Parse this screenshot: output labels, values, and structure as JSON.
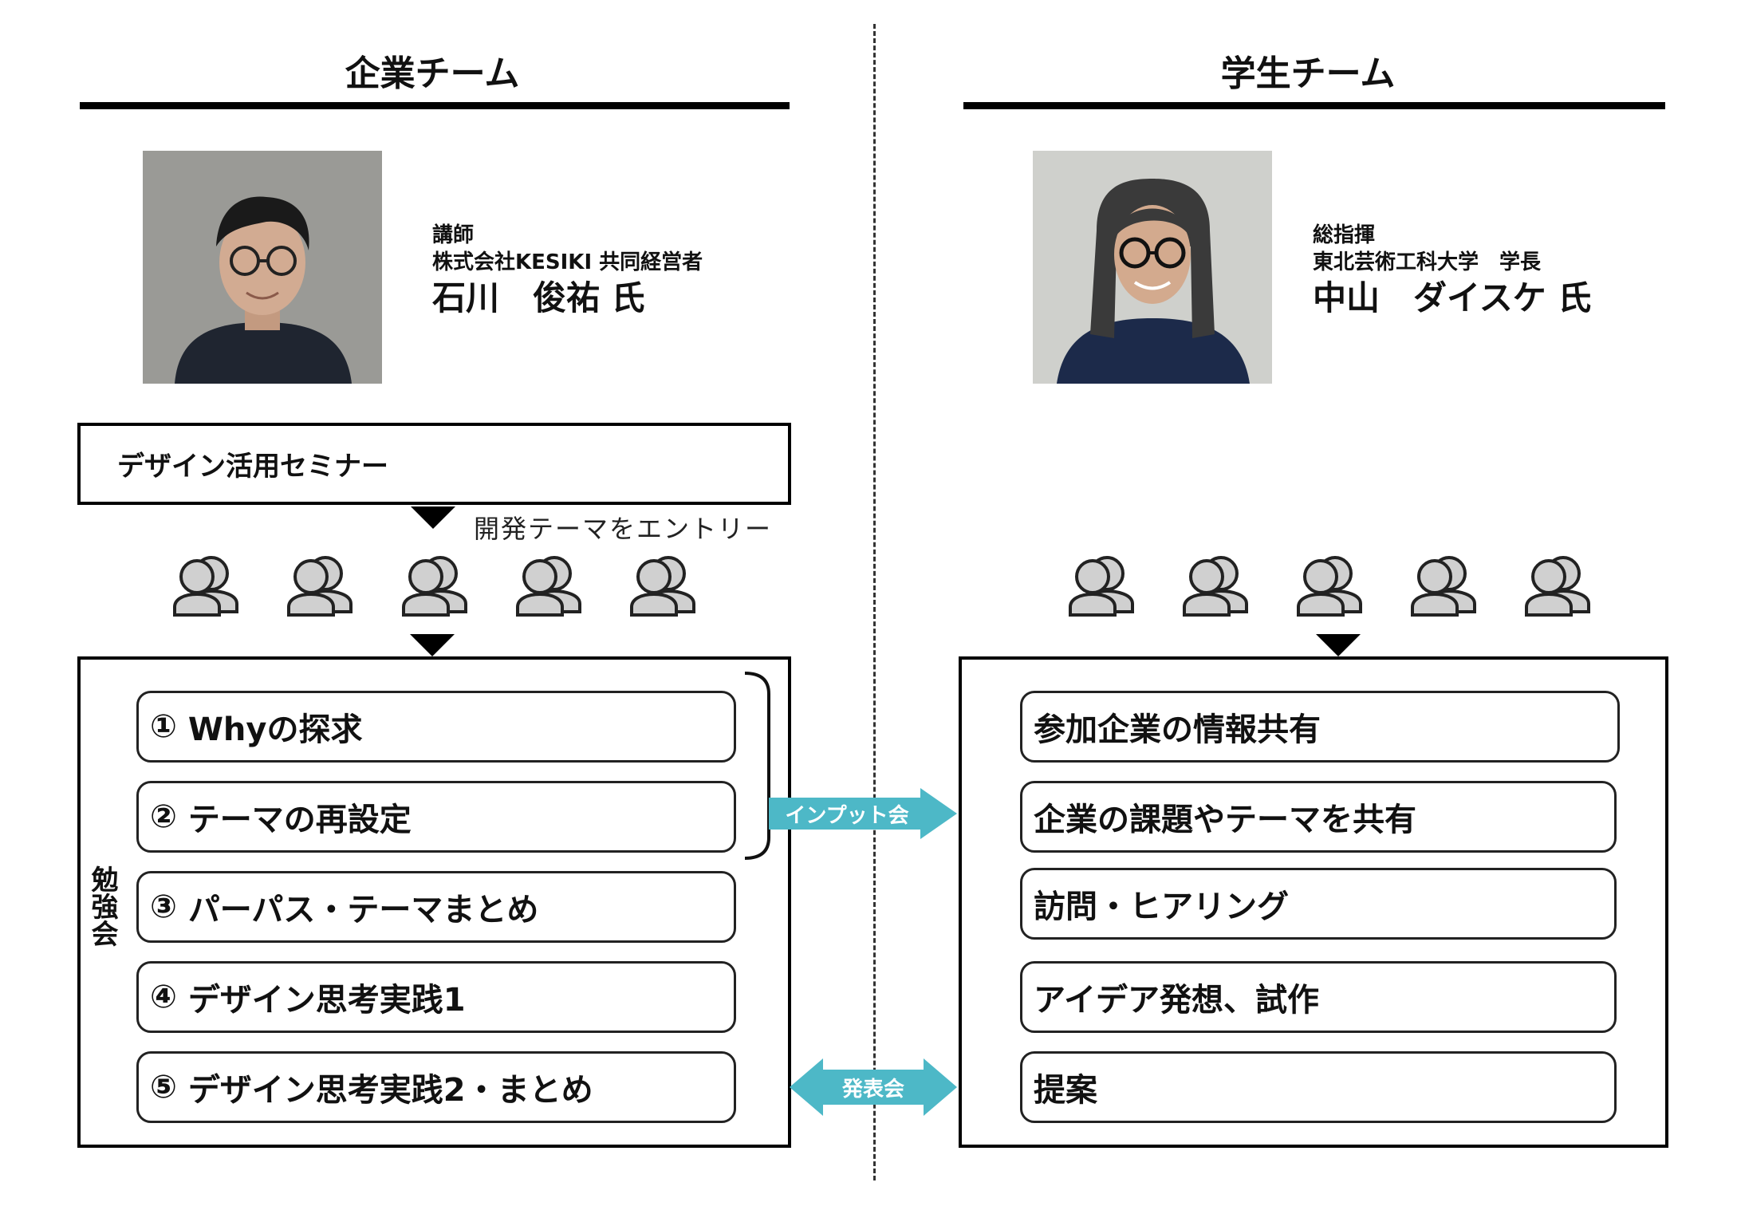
{
  "left_team": {
    "title": "企業チーム",
    "person": {
      "role": "講師",
      "affiliation": "株式会社KESIKI 共同経営者",
      "name": "石川　俊祐 氏"
    },
    "seminar": "デザイン活用セミナー",
    "entry_note": "開発テーマをエントリー",
    "study_label": "勉強会",
    "steps": [
      {
        "num": "①",
        "text": "Whyの探求"
      },
      {
        "num": "②",
        "text": "テーマの再設定"
      },
      {
        "num": "③",
        "text": "パーパス・テーマまとめ"
      },
      {
        "num": "④",
        "text": "デザイン思考実践1"
      },
      {
        "num": "⑤",
        "text": "デザイン思考実践2・まとめ"
      }
    ]
  },
  "right_team": {
    "title": "学生チーム",
    "person": {
      "role": "総指揮",
      "affiliation": "東北芸術工科大学　学長",
      "name": "中山　ダイスケ 氏"
    },
    "steps": [
      {
        "text": "参加企業の情報共有"
      },
      {
        "text": "企業の課題やテーマを共有"
      },
      {
        "text": "訪問・ヒアリング"
      },
      {
        "text": "アイデア発想、試作"
      },
      {
        "text": "提案"
      }
    ]
  },
  "connectors": {
    "input_label": "インプット会",
    "presentation_label": "発表会"
  },
  "colors": {
    "accent_teal": "#4db8c7",
    "group_icon_fill": "#d0d0d0"
  },
  "icons": {
    "group": "people-group-icon"
  }
}
